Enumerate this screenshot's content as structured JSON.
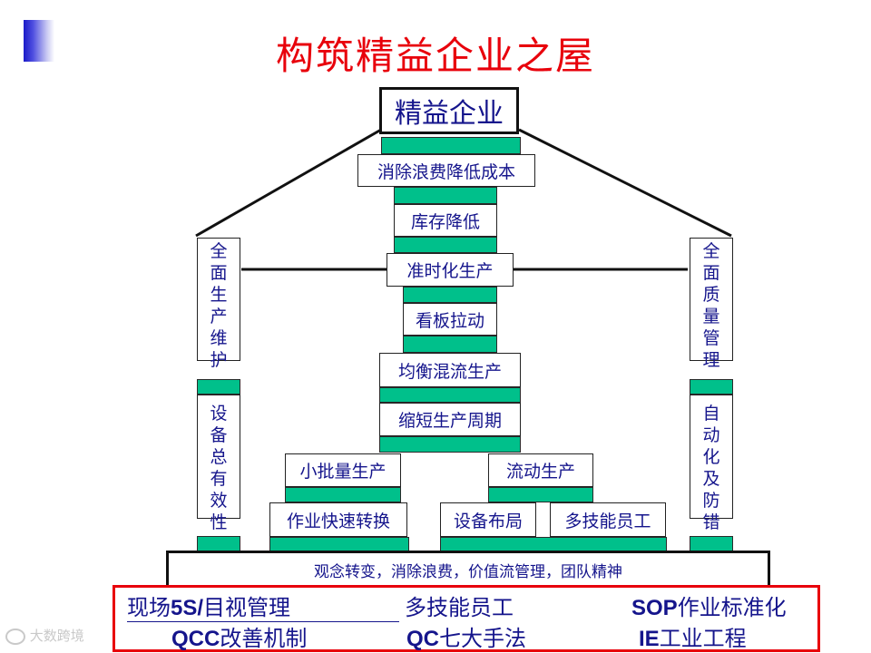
{
  "title": "构筑精益企业之屋",
  "roof": "精益企业",
  "center_column": [
    "消除浪费降低成本",
    "库存降低",
    "准时化生产",
    "看板拉动",
    "均衡混流生产",
    "缩短生产周期"
  ],
  "left_pillar": {
    "upper": "全面生产维护",
    "lower": "设备总有效性"
  },
  "right_pillar": {
    "upper": "全面质量管理",
    "lower": "自动化及防错"
  },
  "left_branch": {
    "top": "小批量生产",
    "bottom": "作业快速转换"
  },
  "right_branch": {
    "top": "流动生产",
    "bottom_left": "设备布局",
    "bottom_right": "多技能员工"
  },
  "foundation": "观念转变，消除浪费，价值流管理，团队精神",
  "base": {
    "row1": {
      "item1_prefix": "现场",
      "item1_bold": "5S/",
      "item1_suffix": "目视管理",
      "item2": "多技能员工",
      "item3_bold": "SOP",
      "item3_suffix": "作业标准化"
    },
    "row2": {
      "item1_bold": "QCC",
      "item1_suffix": "改善机制",
      "item2_bold": "QC",
      "item2_suffix": "七大手法",
      "item3_bold": "IE",
      "item3_suffix": "工业工程"
    }
  },
  "watermark": "大数跨境",
  "colors": {
    "title": "#e8000b",
    "text": "#15158c",
    "bar": "#00c08b",
    "base_border": "#e8000b"
  }
}
